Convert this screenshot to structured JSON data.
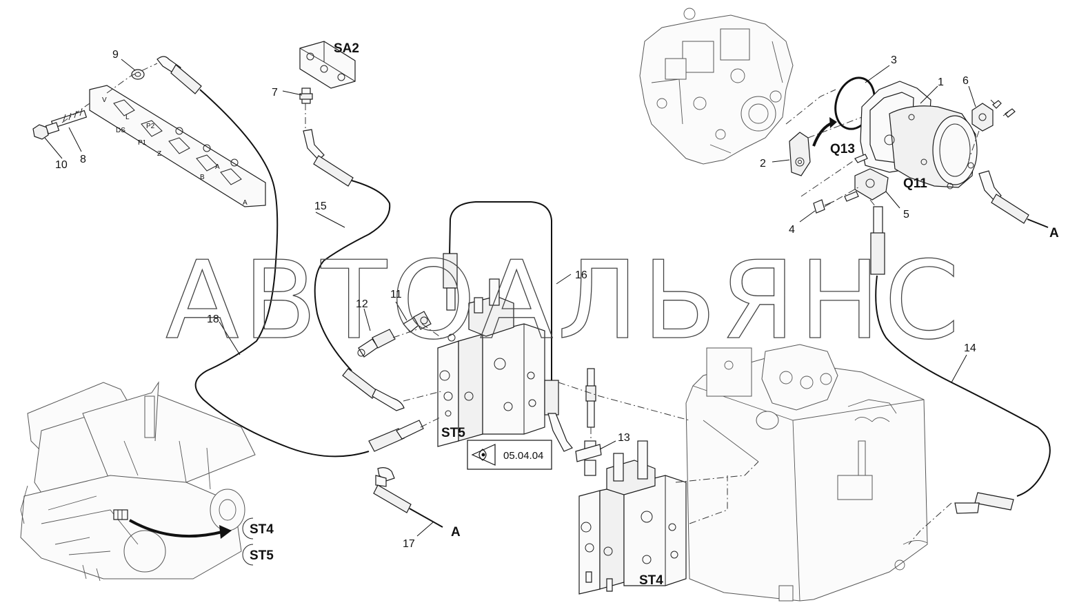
{
  "watermark": "АВТОАЛЬЯНС",
  "callouts": {
    "c1": "1",
    "c2": "2",
    "c3": "3",
    "c4": "4",
    "c5": "5",
    "c6": "6",
    "c7": "7",
    "c8": "8",
    "c9": "9",
    "c10": "10",
    "c11": "11",
    "c12": "12",
    "c13": "13",
    "c14": "14",
    "c15": "15",
    "c16": "16",
    "c17": "17",
    "c18": "18"
  },
  "labels": {
    "sa2": "SA2",
    "q13": "Q13",
    "q11": "Q11",
    "st5": "ST5",
    "st4": "ST4",
    "a_right": "A",
    "a_bottom": "A"
  },
  "legend": {
    "st4": "ST4",
    "st5": "ST5"
  },
  "reference": {
    "code": "05.04.04"
  },
  "plate_markings": [
    "V",
    "L",
    "P2",
    "DS",
    "P1",
    "Z",
    "A",
    "B",
    "A"
  ]
}
